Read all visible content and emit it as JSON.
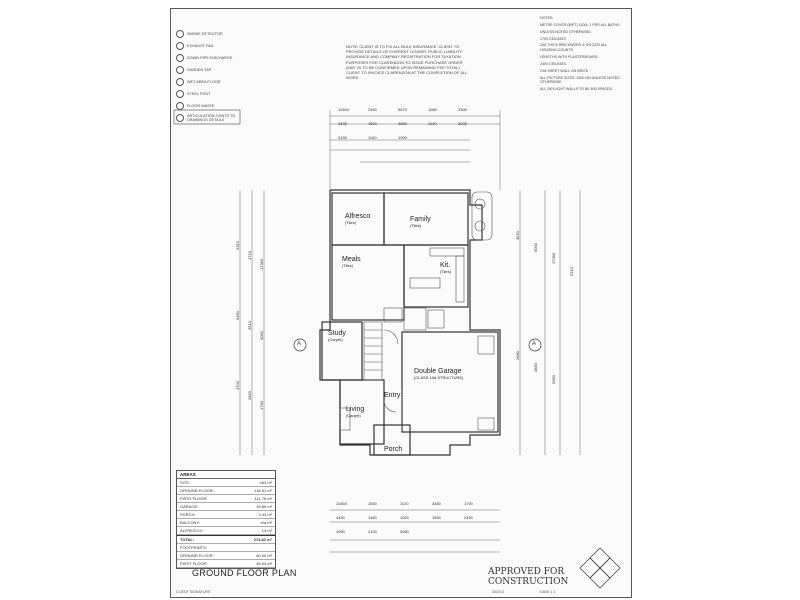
{
  "document": {
    "sheet_title": "GROUND FLOOR PLAN",
    "approval_stamp_line1": "APPROVED FOR",
    "approval_stamp_line2": "CONSTRUCTION",
    "client_note": "NOTE: CLIENT IS TO FIX ALL BULK INSURANCE. CLIENT TO PROVIDE DETAILS OF CURRENT LENDER. PUBLIC LIABILITY INSURANCE AND COMPANY REGISTRATION FOR TAXATION PURPOSES FOR CLARENDON TO ISSUE PURCHASE ORDER (MAY 20 TO BE CONFIRMED UPON REMAINING FEE TOTAL) CLIENT TO INVOICE CLARENDON AT THE COMPLETION OF ALL WORK.",
    "right_notes": [
      "NOTES:",
      "METRE COVER (WET) 1100L 1 PER ALL BATHS",
      "UNLESS NOTED OTHERWISE:",
      "1700 CEILINGS",
      "2X8 THICK BRICKWORK & ON 2370 ALL HOUSING COUNTS",
      "LENGTHS WITH PLASTERBOARD:",
      "2400 CEILINGS",
      "2X8 SHEET WALL ON BRICK",
      "ALL PICTURE SIZES: 1500 ON UNLESS NOTED OTHERWISE",
      "ALL SKYLIGHT WALLS TO BE 600 SPACED"
    ],
    "legend": [
      {
        "symbol": "smoke-detector",
        "label": "SMOKE DETECTOR"
      },
      {
        "symbol": "exhaust-fan",
        "label": "EXHAUST FAN"
      },
      {
        "symbol": "down-pipe",
        "label": "DOWN PIPE DISCHARGE"
      },
      {
        "symbol": "garden-tap",
        "label": "GARDEN TAP"
      },
      {
        "symbol": "wet-area",
        "label": "WET AREA FLOOR"
      },
      {
        "symbol": "steel-post",
        "label": "STEEL POST"
      },
      {
        "symbol": "floor-waste",
        "label": "FLOOR WASTE"
      },
      {
        "symbol": "articulation",
        "label": "ARTICULATION JOINTS TO DRAWINGS DETAILS"
      }
    ],
    "rooms": [
      {
        "id": "alfresco",
        "name": "Alfresco",
        "finish": "(Tiles)"
      },
      {
        "id": "family",
        "name": "Family",
        "finish": "(Tiles)"
      },
      {
        "id": "meals",
        "name": "Meals",
        "finish": "(Tiles)"
      },
      {
        "id": "kitchen",
        "name": "Kit.",
        "finish": "(Tiles)"
      },
      {
        "id": "study",
        "name": "Study",
        "finish": "(Carpet)"
      },
      {
        "id": "double-garage",
        "name": "Double Garage",
        "finish": "(CLASS 10a STRUCTURE)"
      },
      {
        "id": "entry",
        "name": "Entry",
        "finish": ""
      },
      {
        "id": "living",
        "name": "Living",
        "finish": "(Carpet)"
      },
      {
        "id": "porch",
        "name": "Porch",
        "finish": ""
      }
    ],
    "dimensions_top": [
      "11560",
      "2450",
      "5670",
      "1980",
      "3300",
      "3400",
      "1500",
      "3880",
      "1130",
      "3000",
      "3150",
      "1160",
      "1900"
    ],
    "dimensions_left": [
      "3310",
      "4710",
      "17360",
      "9460",
      "3510",
      "9000",
      "4700",
      "2820",
      "1790"
    ],
    "dimensions_right": [
      "4620",
      "9000",
      "17360",
      "5310",
      "2880",
      "4880",
      "5360"
    ],
    "dimensions_bottom": [
      "11560",
      "1650",
      "1120",
      "3480",
      "1790",
      "4490",
      "1460",
      "1020",
      "1850",
      "2490",
      "1990",
      "2100",
      "3060"
    ],
    "areas": {
      "heading": "AREAS",
      "rows": [
        {
          "label": "SITE:",
          "value": "453 m²"
        },
        {
          "label": "GROUND FLOOR:",
          "value": "118.51 m²"
        },
        {
          "label": "FIRST FLOOR:",
          "value": "111.76 m²"
        },
        {
          "label": "GARAGE:",
          "value": "39.89 m²"
        },
        {
          "label": "PORCH:",
          "value": "2.43 m²"
        },
        {
          "label": "BALCONY:",
          "value": "n/a m²"
        },
        {
          "label": "ALFRESCO:",
          "value": "13 m²"
        }
      ],
      "total_label": "TOTAL:",
      "total_value": "274.82 m²",
      "footprint_label": "FOOTPRINTS:",
      "footprint_rows": [
        {
          "label": "GROUND FLOOR:",
          "value": "60.00 m²"
        },
        {
          "label": "FIRST FLOOR:",
          "value": "45.04 m²"
        }
      ]
    },
    "section_markers": [
      "A",
      "A"
    ],
    "stamp_meta": [
      "30/2/13",
      "DAVE 1:1"
    ],
    "footnote": "CLIENT SIGNATURE"
  }
}
